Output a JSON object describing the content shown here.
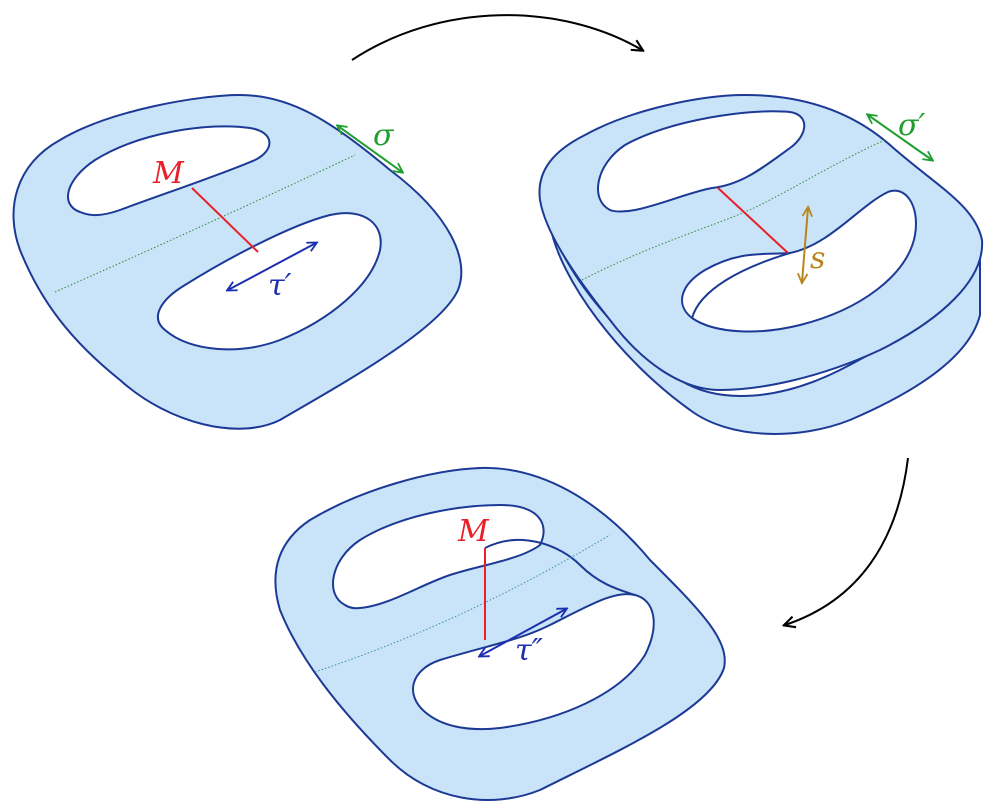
{
  "labels": {
    "M_top": "M",
    "sigma": "σ",
    "tau_prime": "τ′",
    "sigma_prime": "σ′",
    "s": "s",
    "M_bottom": "M",
    "tau_double_prime": "τ″"
  },
  "colors": {
    "surface_fill": "#c9e3f9",
    "outline": "#1c3a95",
    "red": "#e8202a",
    "green": "#1f9e2e",
    "blue": "#1c2fb0",
    "gold": "#b8861b",
    "arrow": "#000000"
  }
}
